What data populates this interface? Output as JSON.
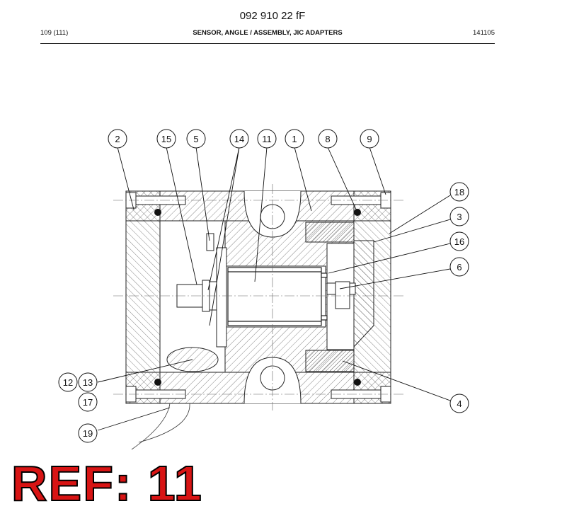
{
  "header": {
    "doc_number": "092 910 22 fF",
    "page_ref": "109 (111)",
    "title": "SENSOR, ANGLE / ASSEMBLY, JIC ADAPTERS",
    "date_code": "141105"
  },
  "callouts": [
    "2",
    "15",
    "5",
    "14",
    "11",
    "1",
    "8",
    "9",
    "18",
    "3",
    "16",
    "6",
    "12",
    "13",
    "17",
    "19",
    "4"
  ],
  "ref_label": "REF: 11",
  "colors": {
    "ref_label": "#d81414",
    "line": "#111111"
  }
}
